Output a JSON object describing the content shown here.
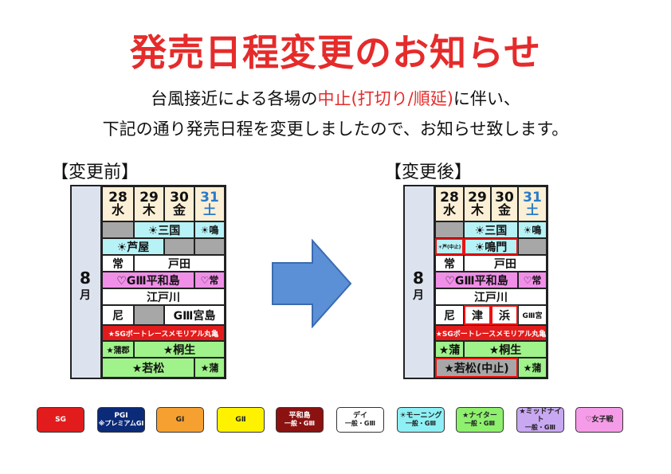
{
  "title": "発売日程変更のお知らせ",
  "message": {
    "line1_pre": "台風接近による各場の",
    "line1_red": "中止(打切り/順延)",
    "line1_post": "に伴い、",
    "line2": "下記の通り発売日程を変更しましたので、お知らせ致します。"
  },
  "before": {
    "label": "【変更前】",
    "month": "8",
    "month_suffix": "月",
    "days": [
      {
        "num": "28",
        "wd": "水"
      },
      {
        "num": "29",
        "wd": "木"
      },
      {
        "num": "30",
        "wd": "金"
      },
      {
        "num": "31",
        "wd": "土"
      }
    ],
    "r1_c": "☀三国",
    "r1_d": "☀鳴",
    "r2_a": "☀芦屋",
    "r3_a": "常",
    "r3_b": "戸田",
    "r4_a": "♡GⅢ平和島",
    "r4_d": "♡常",
    "r5_a": "江戸川",
    "r6_a": "尼",
    "r6_c": "GⅢ宮島",
    "r7_a": "★SGボートレースメモリアル丸亀",
    "r8_a": "★蒲郡",
    "r8_b": "★桐生",
    "r9_a": "★若松",
    "r9_d": "★蒲"
  },
  "after": {
    "label": "【変更後】",
    "month": "8",
    "month_suffix": "月",
    "days": [
      {
        "num": "28",
        "wd": "水"
      },
      {
        "num": "29",
        "wd": "木"
      },
      {
        "num": "30",
        "wd": "金"
      },
      {
        "num": "31",
        "wd": "土"
      }
    ],
    "r1_c": "☀三国",
    "r1_d": "☀鳴",
    "r2_a": "☀芦(中止)",
    "r2_b": "☀鳴門",
    "r3_a": "常",
    "r3_b": "戸田",
    "r4_a": "♡GⅢ平和島",
    "r4_d": "♡常",
    "r5_a": "江戸川",
    "r6_a": "尼",
    "r6_b": "津",
    "r6_c": "浜",
    "r6_d": "GⅢ宮",
    "r7_a": "★SGボートレースメモリアル丸亀",
    "r8_a": "★蒲",
    "r8_b": "★桐生",
    "r9_a": "★若松(中止)",
    "r9_d": "★蒲"
  },
  "legend": [
    {
      "l1": "SG",
      "l2": "",
      "bg": "#e21c1c",
      "fg": "#ffffff"
    },
    {
      "l1": "PGⅠ",
      "l2": "※プレミアムGⅠ",
      "bg": "#0b2a78",
      "fg": "#ffffff"
    },
    {
      "l1": "GⅠ",
      "l2": "",
      "bg": "#f5a030",
      "fg": "#222222"
    },
    {
      "l1": "GⅡ",
      "l2": "",
      "bg": "#fff200",
      "fg": "#222222"
    },
    {
      "l1": "平和島",
      "l2": "一般・GⅢ",
      "bg": "#8c1212",
      "fg": "#ffffff"
    },
    {
      "l1": "デイ",
      "l2": "一般・GⅢ",
      "bg": "#ffffff",
      "fg": "#222222"
    },
    {
      "l1": "☀モーニング",
      "l2": "一般・GⅢ",
      "bg": "#8ef0f4",
      "fg": "#222222"
    },
    {
      "l1": "★ナイター",
      "l2": "一般・GⅢ",
      "bg": "#8ef06e",
      "fg": "#222222"
    },
    {
      "l1": "★ミッドナイト",
      "l2": "一般・GⅢ",
      "bg": "#c9a8f2",
      "fg": "#222222"
    },
    {
      "l1": "♡女子戦",
      "l2": "",
      "bg": "#f59ce8",
      "fg": "#222222"
    }
  ]
}
